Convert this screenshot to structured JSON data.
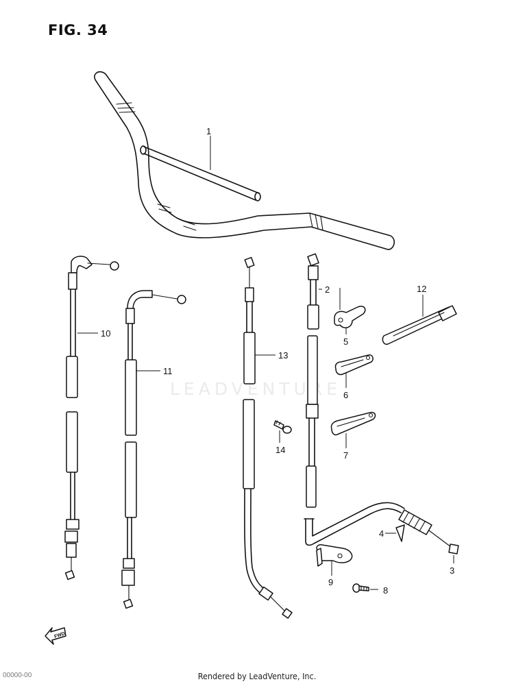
{
  "figure": {
    "title": "FIG. 34"
  },
  "callouts": [
    "1",
    "2",
    "3",
    "4",
    "5",
    "6",
    "7",
    "8",
    "9",
    "10",
    "11",
    "12",
    "13",
    "14"
  ],
  "fwd_arrow_label": "FWD",
  "watermark": "LEADVENTURE",
  "footer": {
    "rendered_by": "Rendered by LeadVenture, Inc.",
    "code": "00000-00"
  },
  "colors": {
    "line": "#111111",
    "background": "#ffffff",
    "watermark": "#eceaea"
  }
}
